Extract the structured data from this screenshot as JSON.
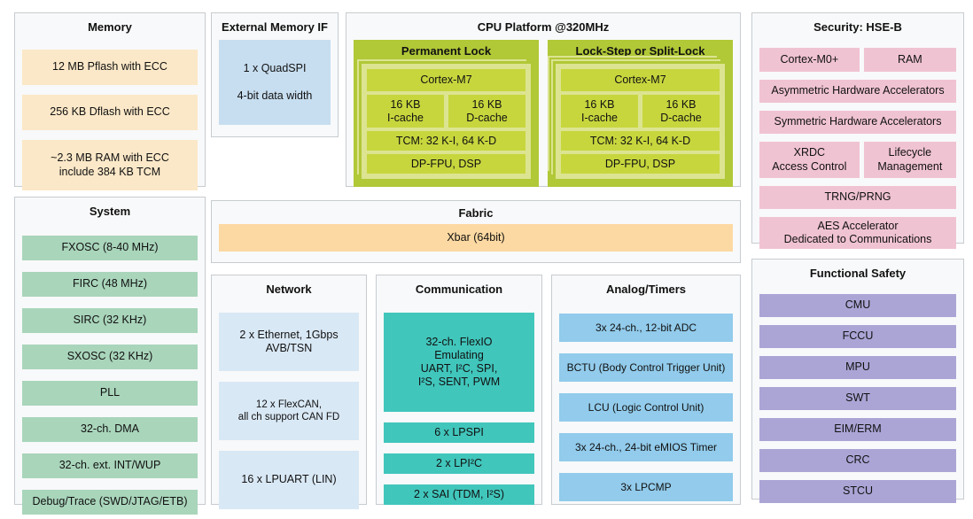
{
  "colors": {
    "memory": "#FBE8C8",
    "system": "#A9D5BB",
    "extmem": "#C7DEF0",
    "cpu_block": "#B1C837",
    "cpu_frame": "#DCE491",
    "cpu_box": "#C7D63D",
    "fabric": "#FCD9A2",
    "network": "#D9E8F5",
    "comm": "#41C6BC",
    "analog": "#92CBEB",
    "security": "#F0C3D2",
    "safety": "#ABA5D6"
  },
  "sections": {
    "memory": {
      "title": "Memory",
      "items": [
        "12 MB Pflash with ECC",
        "256 KB Dflash with ECC",
        "~2.3 MB RAM with ECC\ninclude 384 KB TCM"
      ]
    },
    "system": {
      "title": "System",
      "items": [
        "FXOSC (8-40 MHz)",
        "FIRC (48 MHz)",
        "SIRC (32 KHz)",
        "SXOSC (32 KHz)",
        "PLL",
        "32-ch. DMA",
        "32-ch. ext. INT/WUP",
        "Debug/Trace (SWD/JTAG/ETB)"
      ]
    },
    "external_memory": {
      "title": "External Memory IF",
      "items": [
        "1 x QuadSPI\n\n4-bit data width"
      ]
    },
    "cpu": {
      "title": "CPU Platform @320MHz",
      "cores": [
        {
          "title": "Permanent Lock",
          "cpu": "Cortex-M7",
          "icache": "16 KB\nI-cache",
          "dcache": "16 KB\nD-cache",
          "tcm": "TCM: 32 K-I, 64 K-D",
          "fpu": "DP-FPU, DSP"
        },
        {
          "title": "Lock-Step or Split-Lock",
          "cpu": "Cortex-M7",
          "icache": "16 KB\nI-cache",
          "dcache": "16 KB\nD-cache",
          "tcm": "TCM: 32 K-I, 64 K-D",
          "fpu": "DP-FPU, DSP"
        }
      ]
    },
    "security": {
      "title": "Security: HSE-B",
      "rows": [
        {
          "cells": [
            "Cortex-M0+",
            "RAM"
          ]
        },
        {
          "cells": [
            "Asymmetric Hardware Accelerators"
          ]
        },
        {
          "cells": [
            "Symmetric Hardware Accelerators"
          ]
        },
        {
          "cells": [
            "XRDC\nAccess Control",
            "Lifecycle\nManagement"
          ]
        },
        {
          "cells": [
            "TRNG/PRNG"
          ]
        },
        {
          "cells": [
            "AES Accelerator\nDedicated to Communications"
          ]
        }
      ]
    },
    "fabric": {
      "title": "Fabric",
      "items": [
        "Xbar (64bit)"
      ]
    },
    "network": {
      "title": "Network",
      "items": [
        "2 x Ethernet, 1Gbps\nAVB/TSN",
        "12 x FlexCAN,\nall ch support CAN FD",
        "16 x LPUART (LIN)"
      ]
    },
    "communication": {
      "title": "Communication",
      "items": [
        "32-ch. FlexIO\nEmulating\nUART, I²C, SPI,\nI²S, SENT, PWM",
        "6 x LPSPI",
        "2 x LPI²C",
        "2 x SAI (TDM, I²S)"
      ]
    },
    "analog": {
      "title": "Analog/Timers",
      "items": [
        "3x 24-ch., 12-bit ADC",
        "BCTU (Body Control Trigger Unit)",
        "LCU (Logic Control Unit)",
        "3x 24-ch., 24-bit eMIOS Timer",
        "3x LPCMP"
      ]
    },
    "safety": {
      "title": "Functional Safety",
      "items": [
        "CMU",
        "FCCU",
        "MPU",
        "SWT",
        "EIM/ERM",
        "CRC",
        "STCU"
      ]
    }
  }
}
